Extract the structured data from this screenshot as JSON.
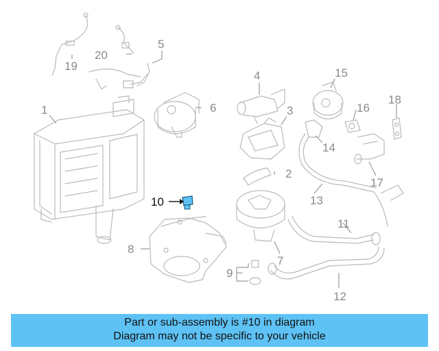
{
  "diagram": {
    "callouts": [
      "1",
      "2",
      "3",
      "4",
      "5",
      "6",
      "7",
      "8",
      "9",
      "10",
      "11",
      "12",
      "13",
      "14",
      "15",
      "16",
      "17",
      "18",
      "19",
      "20"
    ],
    "highlighted_callout": "10",
    "highlight_color": "#5ec2f5",
    "part_line_color": "#b9b9b9"
  },
  "banner": {
    "line1": "Part or sub-assembly is #10 in diagram",
    "line2": "Diagram may not be specific to your vehicle",
    "background": "#5ec2f5"
  }
}
